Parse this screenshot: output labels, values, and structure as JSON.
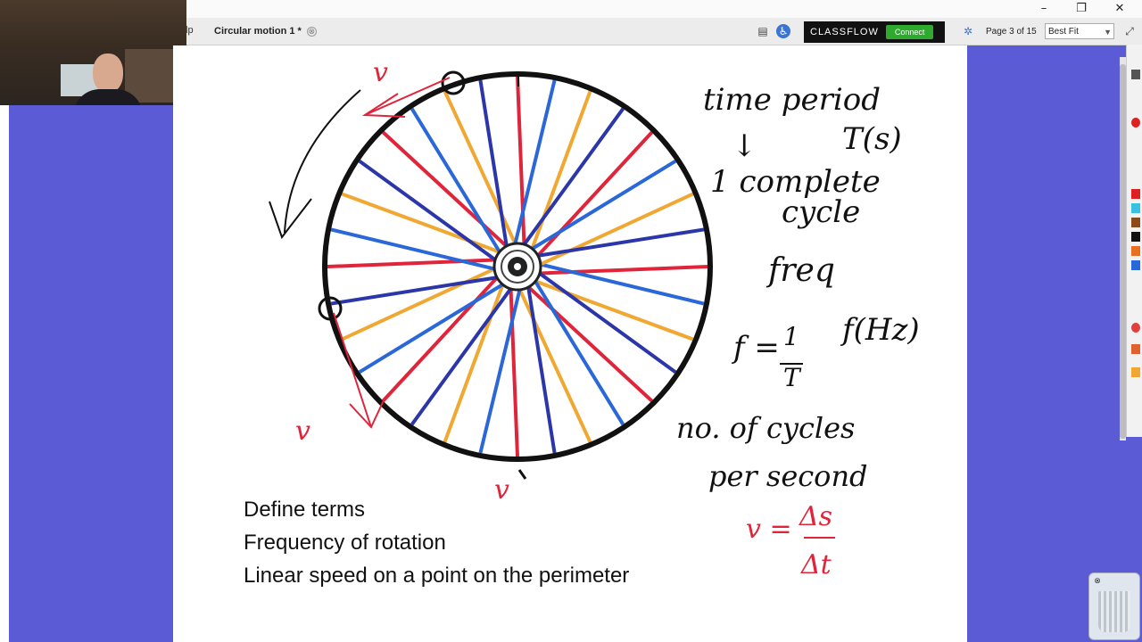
{
  "window": {
    "minimize": "–",
    "restore": "❐",
    "close": "✕"
  },
  "toolbar": {
    "help_stub": "lp",
    "tab_title": "Circular motion 1 *",
    "tab_close": "⊗",
    "classflow_brand": "CLASSFLOW",
    "connect_label": "Connect",
    "page_info": "Page 3 of 15",
    "fit_select": "Best Fit"
  },
  "canvas": {
    "terms": [
      "Define terms",
      "Frequency of rotation",
      "Linear speed on a point on the perimeter"
    ],
    "handwriting": {
      "time_period": "time period",
      "T_unit": "T(s)",
      "arrow_down": "↓",
      "one_complete": "1  complete",
      "cycle": "cycle",
      "freq": "freq",
      "f_eq": "f =",
      "one": "1",
      "T": "T",
      "f_unit": "f(Hz)",
      "cycles": "no. of cycles",
      "per_second": "per second",
      "v_eq": "v =",
      "ds": "Δs",
      "dt": "Δt",
      "v_top": "v",
      "v_left": "v",
      "v_bottom": "v"
    }
  },
  "colors": {
    "background": "#5b5bd6",
    "spoke_red": "#e0243a",
    "spoke_blue": "#2a67d9",
    "spoke_navy": "#2b36a8",
    "spoke_orange": "#f0a833",
    "ink_red": "#e0243a",
    "ink_black": "#111111"
  }
}
